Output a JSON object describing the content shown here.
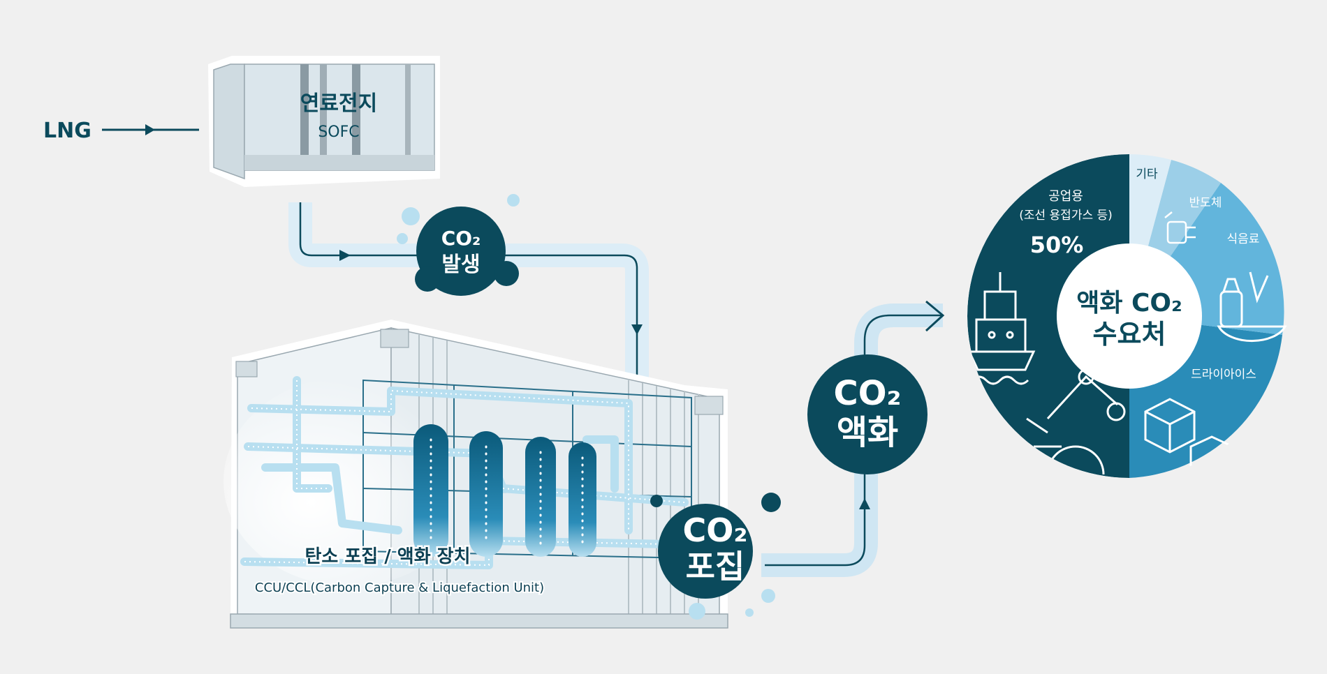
{
  "colors": {
    "navy": "#0b4a5c",
    "dark": "#0b3f52",
    "light_blue": "#b8dff0",
    "mid_blue": "#4aa6cf",
    "pale_blue": "#dcedf7",
    "background": "#f0f0f0"
  },
  "input": {
    "label": "LNG"
  },
  "fuel_cell": {
    "title": "연료전지",
    "subtitle": "SOFC"
  },
  "steps": {
    "generation": {
      "line1": "CO₂",
      "line2": "발생"
    },
    "capture": {
      "line1": "CO₂",
      "line2": "포집"
    },
    "liquefaction": {
      "line1": "CO₂",
      "line2": "액화"
    }
  },
  "unit": {
    "title": "탄소 포집 / 액화 장치",
    "subtitle": "CCU/CCL(Carbon Capture & Liquefaction Unit)"
  },
  "demand_chart": {
    "center_line1": "액화 CO₂",
    "center_line2": "수요처",
    "segments": [
      {
        "label": "공업용",
        "sublabel": "(조선 용접가스 등)",
        "value": "50%",
        "color": "#0b4a5c",
        "icon": "ship-icon"
      },
      {
        "label": "드라이아이스",
        "color": "#2a8cb8",
        "icon": "box-icon"
      },
      {
        "label": "식음료",
        "color": "#62b5dc",
        "icon": "food-icon"
      },
      {
        "label": "반도체",
        "color": "#9ccfe8",
        "icon": "chip-icon"
      },
      {
        "label": "기타",
        "color": "#dcedf7",
        "icon": ""
      }
    ]
  }
}
